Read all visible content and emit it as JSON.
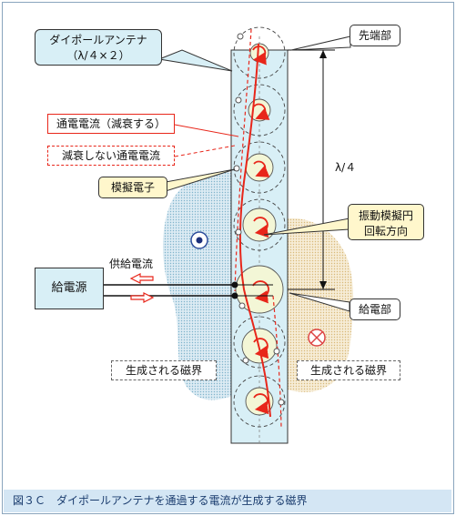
{
  "labels": {
    "antenna_line1": "ダイポールアンテナ",
    "antenna_line2": "（λ/４×２）",
    "tip": "先端部",
    "current_attenuated": "通電電流（減衰する）",
    "current_not_attenuated": "減衰しない通電電流",
    "pseudo_electron": "模擬電子",
    "lambda_quarter": "λ/４",
    "oscillation_line1": "振動模擬円",
    "oscillation_line2": "回転方向",
    "supply_current": "供給電流",
    "power_source": "給電源",
    "feed_point": "給電部",
    "magnetic_field_left": "生成される磁界",
    "magnetic_field_right": "生成される磁界"
  },
  "caption": "図３Ｃ　ダイポールアンテナを通過する電流が生成する磁界",
  "colors": {
    "antenna_fill": "#d8eff6",
    "left_field": "#cfe3ee",
    "right_field": "#f3e6c8",
    "current": "#e8261a",
    "circle_fill": "#f3f6d6"
  }
}
